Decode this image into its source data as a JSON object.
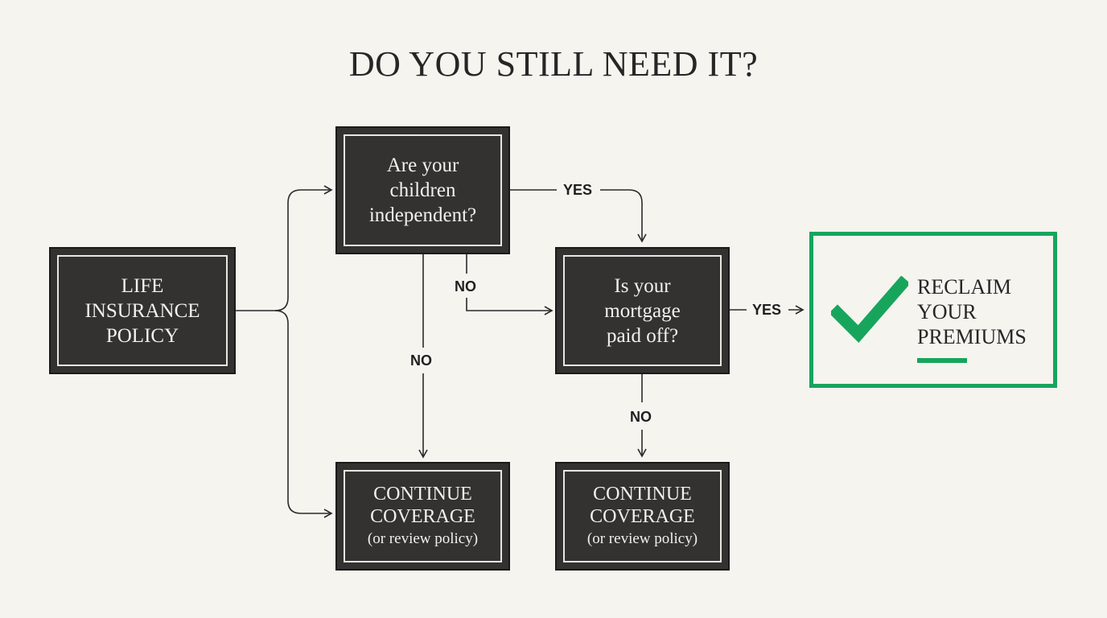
{
  "title": "DO YOU STILL NEED IT?",
  "nodes": {
    "start": {
      "lines": [
        "LIFE",
        "INSURANCE",
        "POLICY"
      ]
    },
    "children": {
      "lines": [
        "Are your",
        "children",
        "independent?"
      ]
    },
    "mortgage": {
      "lines": [
        "Is your",
        "mortgage",
        "paid off?"
      ]
    },
    "continue_left": {
      "lines": [
        "CONTINUE",
        "COVERAGE"
      ],
      "sub": "(or review policy)"
    },
    "continue_right": {
      "lines": [
        "CONTINUE",
        "COVERAGE"
      ],
      "sub": "(or review policy)"
    },
    "result": {
      "lines": [
        "RECLAIM",
        "YOUR",
        "PREMIUMS"
      ]
    }
  },
  "edge_labels": {
    "children_yes": "YES",
    "children_no_to_mortgage": "NO",
    "children_no_down": "NO",
    "mortgage_yes": "YES",
    "mortgage_no": "NO"
  },
  "colors": {
    "node_fill": "#333231",
    "accent_green": "#17a55c",
    "background": "#f5f4ef"
  },
  "icons": {
    "result_icon": "checkmark-icon"
  }
}
